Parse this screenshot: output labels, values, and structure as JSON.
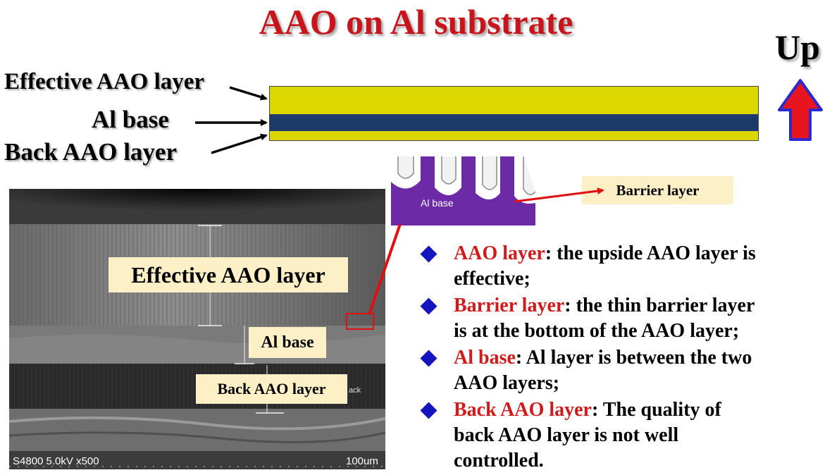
{
  "title": "AAO on Al substrate",
  "direction_label": "Up",
  "diagram_labels": {
    "effective": "Effective AAO layer",
    "base": "Al base",
    "back": "Back AAO layer"
  },
  "colors": {
    "aao": "#dcd700",
    "al_base": "#1d3a6a",
    "arrow": "#e8141e",
    "arrow_outline": "#2a2ad0",
    "title": "#c8151b"
  },
  "sem": {
    "tag_effective": "Effective AAO layer",
    "tag_base": "Al base",
    "tag_back": "Back AAO layer",
    "tag_partial": "ack",
    "footer_left": "S4800 5.0kV x500",
    "footer_right": "100um"
  },
  "inset": {
    "base_label": "Al base",
    "callout": "Barrier layer"
  },
  "bullets": [
    {
      "term": "AAO layer",
      "line1": ": the upside AAO layer is",
      "line2": "effective;"
    },
    {
      "term": "Barrier layer",
      "line1": ": the thin barrier layer",
      "line2": "is at the bottom of  the AAO layer;"
    },
    {
      "term": "Al base",
      "line1": ": Al layer is between the two",
      "line2": "AAO layers;"
    },
    {
      "term": "Back AAO layer",
      "line1": ": The quality of",
      "line2": "back AAO layer is not well",
      "line3": "controlled."
    }
  ]
}
